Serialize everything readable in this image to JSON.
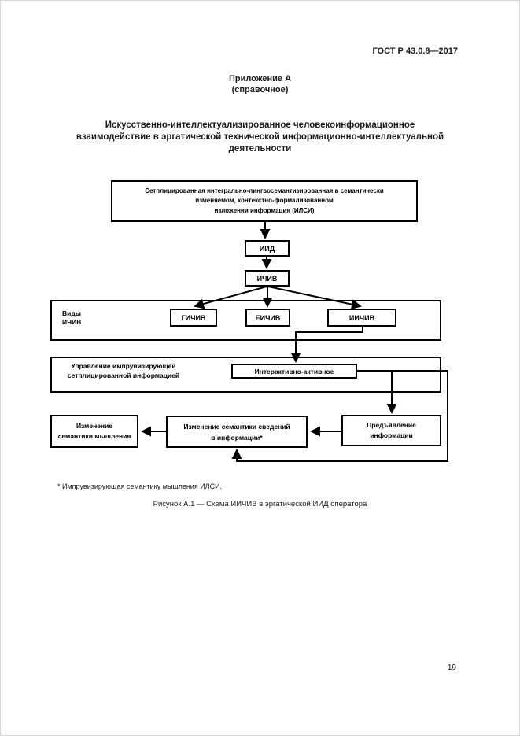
{
  "page": {
    "header": "ГОСТ Р 43.0.8—2017",
    "appendix_title": "Приложение А",
    "appendix_subtitle": "(справочное)",
    "title": "Искусственно-интеллектуализированное человекоинформационное\nвзаимодействие в эргатической технической информационно-интеллектуальной\nдеятельности",
    "footnote": "* Импрувизирующая семантику мышления ИЛСИ.",
    "caption": "Рисунок А.1 — Схема ИИЧИВ в эргатической ИИД оператора",
    "page_number": "19"
  },
  "diagram": {
    "ink_color": "#000000",
    "boxes": {
      "ilsi": "Сетплицированная интегрально-лингвосемантизированная в семантически\nизменяемом, контекстно-формализованном\nизложении информация (ИЛСИ)",
      "iid": "ИИД",
      "ichiv": "ИЧИВ",
      "vidy_label": "Виды\nИЧИВ",
      "gichiv": "ГИЧИВ",
      "eichiv": "ЕИЧИВ",
      "iichiv": "ИИЧИВ",
      "upravlenie_label": "Управление импрувизирующей\nсетплицированной информацией",
      "interactive": "Интерактивно-активное",
      "izm_myshlenia": "Изменение\nсемантики мышления",
      "izm_svedeniy": "Изменение семантики сведений\nв информации*",
      "predyavlenie": "Предъявление\nинформации"
    }
  }
}
